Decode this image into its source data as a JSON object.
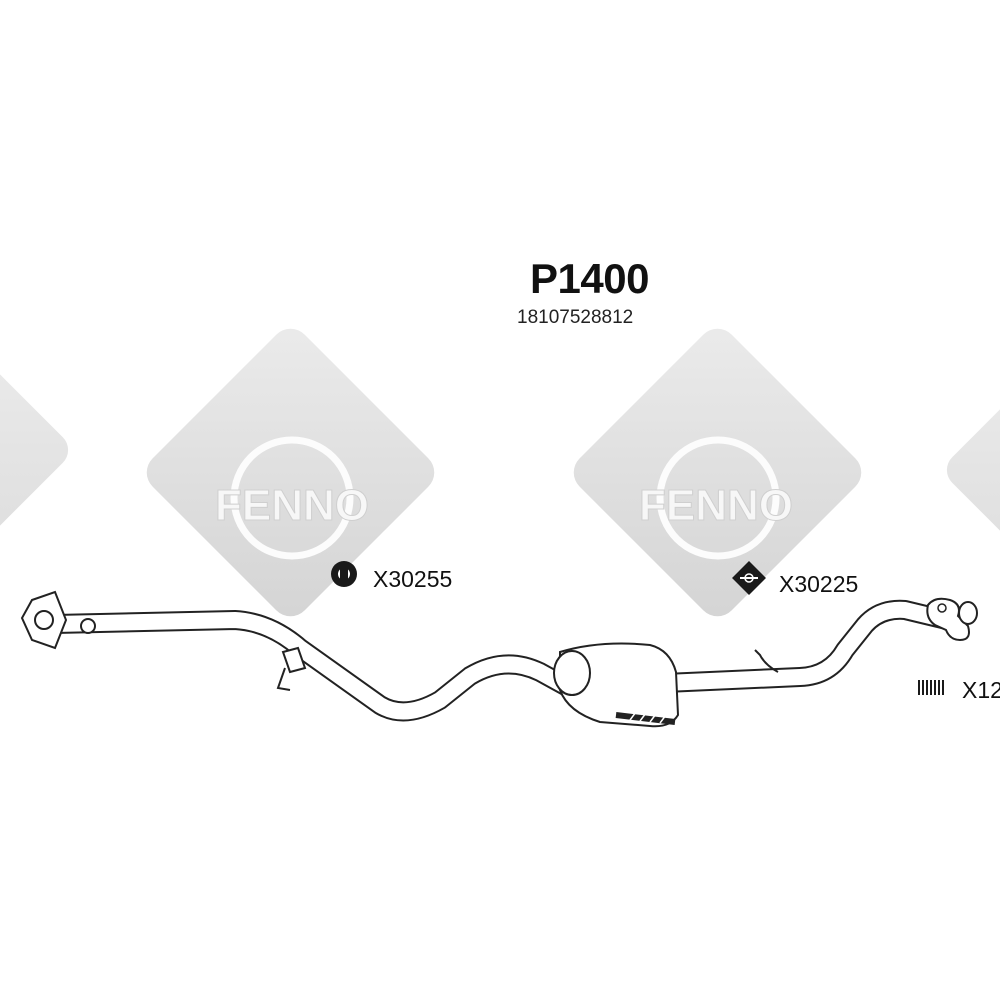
{
  "product": {
    "code": "P1400",
    "oem_number": "18107528812"
  },
  "watermark": {
    "brand": "FENNO",
    "color": "#d9d9d9"
  },
  "parts": [
    {
      "label": "X30255",
      "icon": "rubber-hanger-icon"
    },
    {
      "label": "X30225",
      "icon": "diamond-mount-icon"
    },
    {
      "label": "X12",
      "icon": "spring-bolt-icon"
    }
  ],
  "colors": {
    "outline": "#222222",
    "fill": "#ffffff",
    "text": "#111111"
  }
}
